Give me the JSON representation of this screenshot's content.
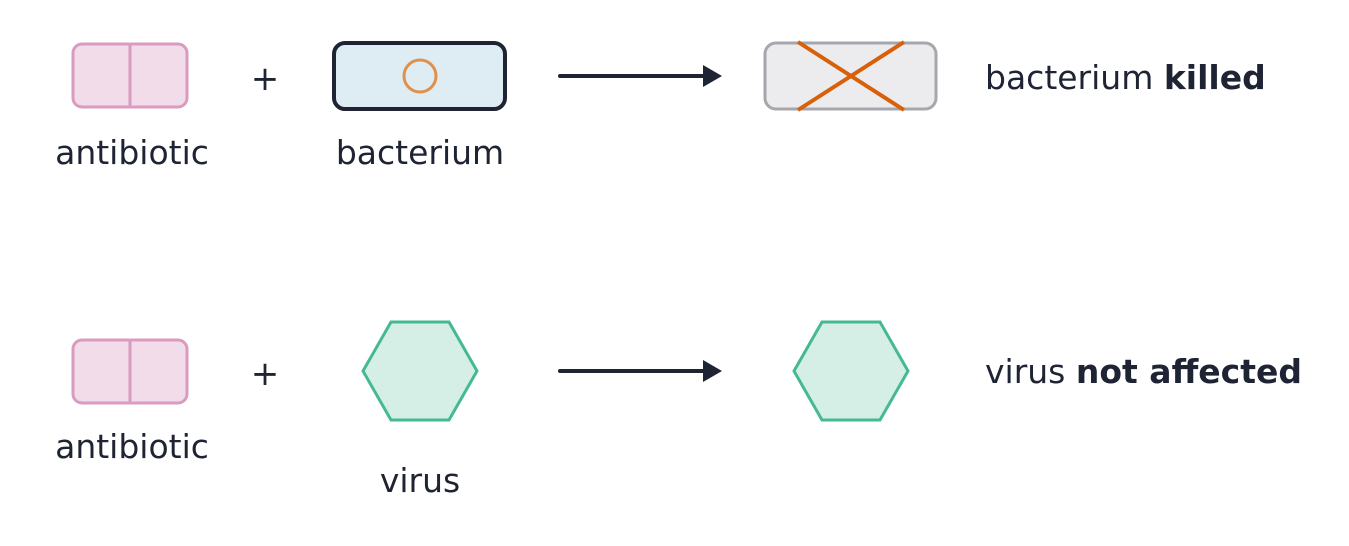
{
  "rows": [
    {
      "left_label": "antibiotic",
      "operator": "+",
      "target_label": "bacterium",
      "result": {
        "prefix": "bacterium",
        "emphasis": "killed"
      }
    },
    {
      "left_label": "antibiotic",
      "operator": "+",
      "target_label": "virus",
      "result": {
        "prefix": "virus",
        "emphasis": "not affected"
      }
    }
  ],
  "colors": {
    "antibiotic_fill": "#f3dce9",
    "antibiotic_stroke": "#d99cc0",
    "bacterium_fill": "#deedf4",
    "bacterium_stroke": "#1e2433",
    "bacterium_core": "#e0904a",
    "killed_fill": "#ececef",
    "killed_stroke": "#a6a6ad",
    "cross": "#d9600a",
    "virus_fill": "#d5eee6",
    "virus_stroke": "#45b894",
    "arrow": "#1e2433",
    "text": "#1e2433"
  }
}
